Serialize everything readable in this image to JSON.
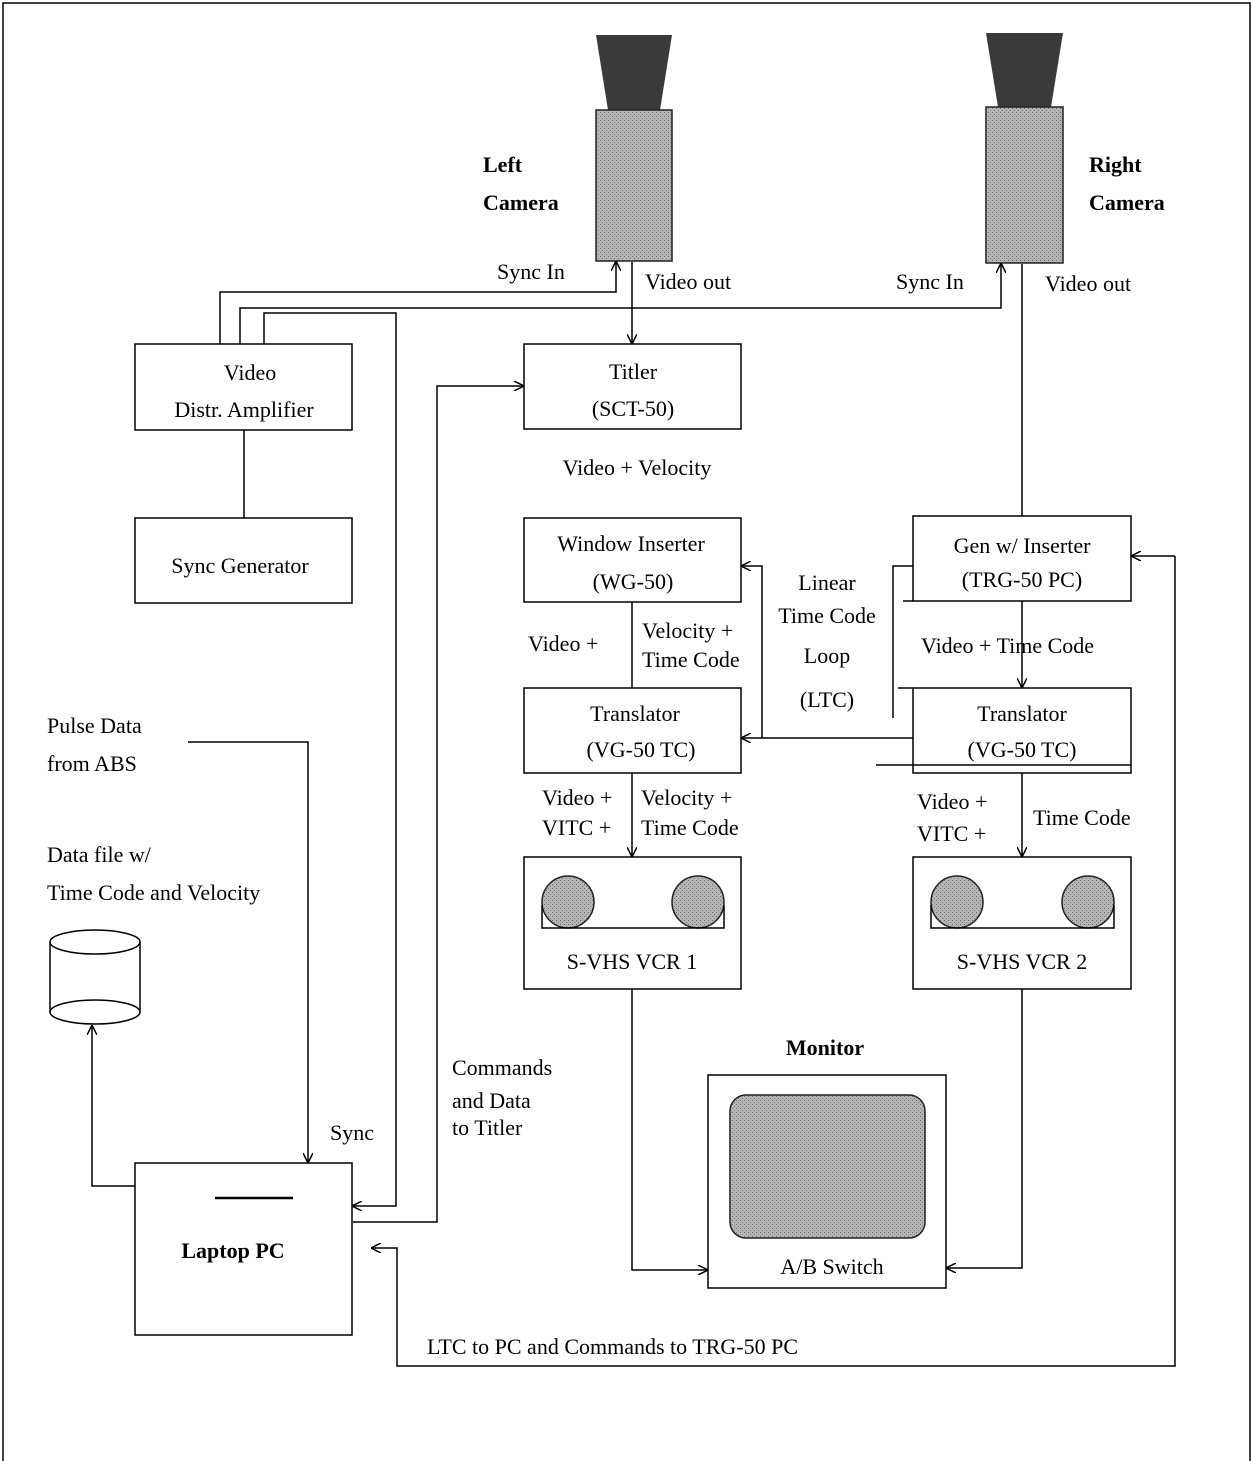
{
  "cameras": {
    "left": {
      "line1": "Left",
      "line2": "Camera"
    },
    "right": {
      "line1": "Right",
      "line2": "Camera"
    }
  },
  "labels": {
    "sync_in_left": "Sync In",
    "video_out_left": "Video out",
    "sync_in_right": "Sync In",
    "video_out_right": "Video out",
    "video_velocity": "Video + Velocity",
    "linear_1": "Linear",
    "linear_2": "Time Code",
    "linear_3": "Loop",
    "linear_4": "(LTC)",
    "video_plus": "Video +",
    "velocity_plus": "Velocity +",
    "time_code": "Time Code",
    "video_time_code": "Video + Time Code",
    "video_plus_2": "Video +",
    "vitc_plus": "VITC +",
    "velocity_plus_2": "Velocity +",
    "time_code_2": "Time Code",
    "video_plus_3": "Video +",
    "vitc_plus_2": "VITC +",
    "time_code_3": "Time Code",
    "pulse_1": "Pulse Data",
    "pulse_2": "from ABS",
    "datafile_1": "Data file w/",
    "datafile_2": "Time Code and Velocity",
    "commands_1": "Commands",
    "commands_2": "and Data",
    "commands_3": "to Titler",
    "sync": "Sync",
    "ltc_to_pc": "LTC to PC and Commands to TRG-50 PC",
    "monitor_title": "Monitor",
    "ab_switch": "A/B   Switch"
  },
  "boxes": {
    "vda": {
      "line1": "Video",
      "line2": "Distr. Amplifier"
    },
    "sync_gen": {
      "line1": "Sync Generator"
    },
    "titler": {
      "line1": "Titler",
      "line2": "(SCT-50)"
    },
    "window_inserter": {
      "line1": "Window Inserter",
      "line2": "(WG-50)"
    },
    "gen_inserter": {
      "line1": "Gen w/ Inserter",
      "line2": "(TRG-50  PC)"
    },
    "translator_left": {
      "line1": "Translator",
      "line2": "(VG-50  TC)"
    },
    "translator_right": {
      "line1": "Translator",
      "line2": "(VG-50  TC)"
    },
    "vcr1": {
      "line1": "S-VHS  VCR  1"
    },
    "vcr2": {
      "line1": "S-VHS  VCR  2"
    },
    "laptop": {
      "line1": "Laptop  PC"
    }
  }
}
